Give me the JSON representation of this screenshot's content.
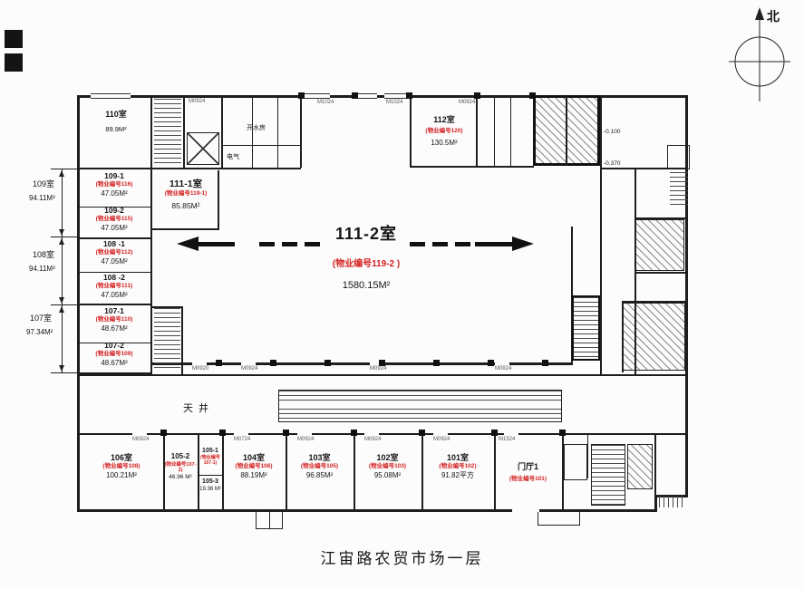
{
  "title": "江宙路农贸市场一层",
  "compass": {
    "north": "北"
  },
  "hall": {
    "name": "111-2室",
    "prop": "(物业编号119-2 )",
    "area": "1580.15M²"
  },
  "rooms": {
    "r110": {
      "name": "110室",
      "area": "89.9M²"
    },
    "r109_1": {
      "name": "109-1",
      "prop": "(物业编号116)",
      "area": "47.05M²"
    },
    "r109_2": {
      "name": "109-2",
      "prop": "(物业编号115)",
      "area": "47.05M²"
    },
    "r108_1": {
      "name": "108 -1",
      "prop": "(物业编号112)",
      "area": "47.05M²"
    },
    "r108_2": {
      "name": "108 -2",
      "prop": "(物业编号111)",
      "area": "47.05M²"
    },
    "r107_1": {
      "name": "107-1",
      "prop": "(物业编号110)",
      "area": "48.67M²"
    },
    "r107_2": {
      "name": "107-2",
      "prop": "(物业编号109)",
      "area": "48.67M²"
    },
    "r111_1": {
      "name": "111-1室",
      "prop": "(物业编号119-1)",
      "area": "85.85M²"
    },
    "r112": {
      "name": "112室",
      "prop": "(物业编号120)",
      "area": "130.5M²"
    },
    "r106": {
      "name": "106室",
      "prop": "(物业编号108)",
      "area": "100.21M²"
    },
    "r105_2": {
      "name": "105-2",
      "prop": "(物业编号107-2)",
      "area": "46.96 M²"
    },
    "r105_1": {
      "name": "105-1",
      "prop": "(物业编号107-1)",
      "sub": "105-3",
      "area": "19.36 M²"
    },
    "r104": {
      "name": "104室",
      "prop": "(物业编号106)",
      "area": "88.19M²"
    },
    "r103": {
      "name": "103室",
      "prop": "(物业编号105)",
      "area": "96.85M²"
    },
    "r102": {
      "name": "102室",
      "prop": "(物业编号103)",
      "area": "95.08M²"
    },
    "r101": {
      "name": "101室",
      "prop": "(物业编号102)",
      "area": "91.82平方"
    },
    "lobby": {
      "name": "门厅1",
      "prop": "(物业编号101)"
    }
  },
  "dims": {
    "d109": {
      "room": "109室",
      "area": "94.11M²"
    },
    "d108": {
      "room": "108室",
      "area": "94.11M²"
    },
    "d107": {
      "room": "107室",
      "area": "97.34M²"
    }
  },
  "labels": {
    "courtyard": "天井",
    "hot_water": "开水房",
    "electric": "电气",
    "elev_1": "-0.100",
    "elev_2": "-0.370"
  },
  "door_labels": [
    "M0924",
    "M1024",
    "M1024",
    "M0924",
    "M0920",
    "M0924",
    "M0924",
    "M0924",
    "M0924",
    "M0724",
    "M0924",
    "M0924",
    "M0924",
    "M1524"
  ]
}
